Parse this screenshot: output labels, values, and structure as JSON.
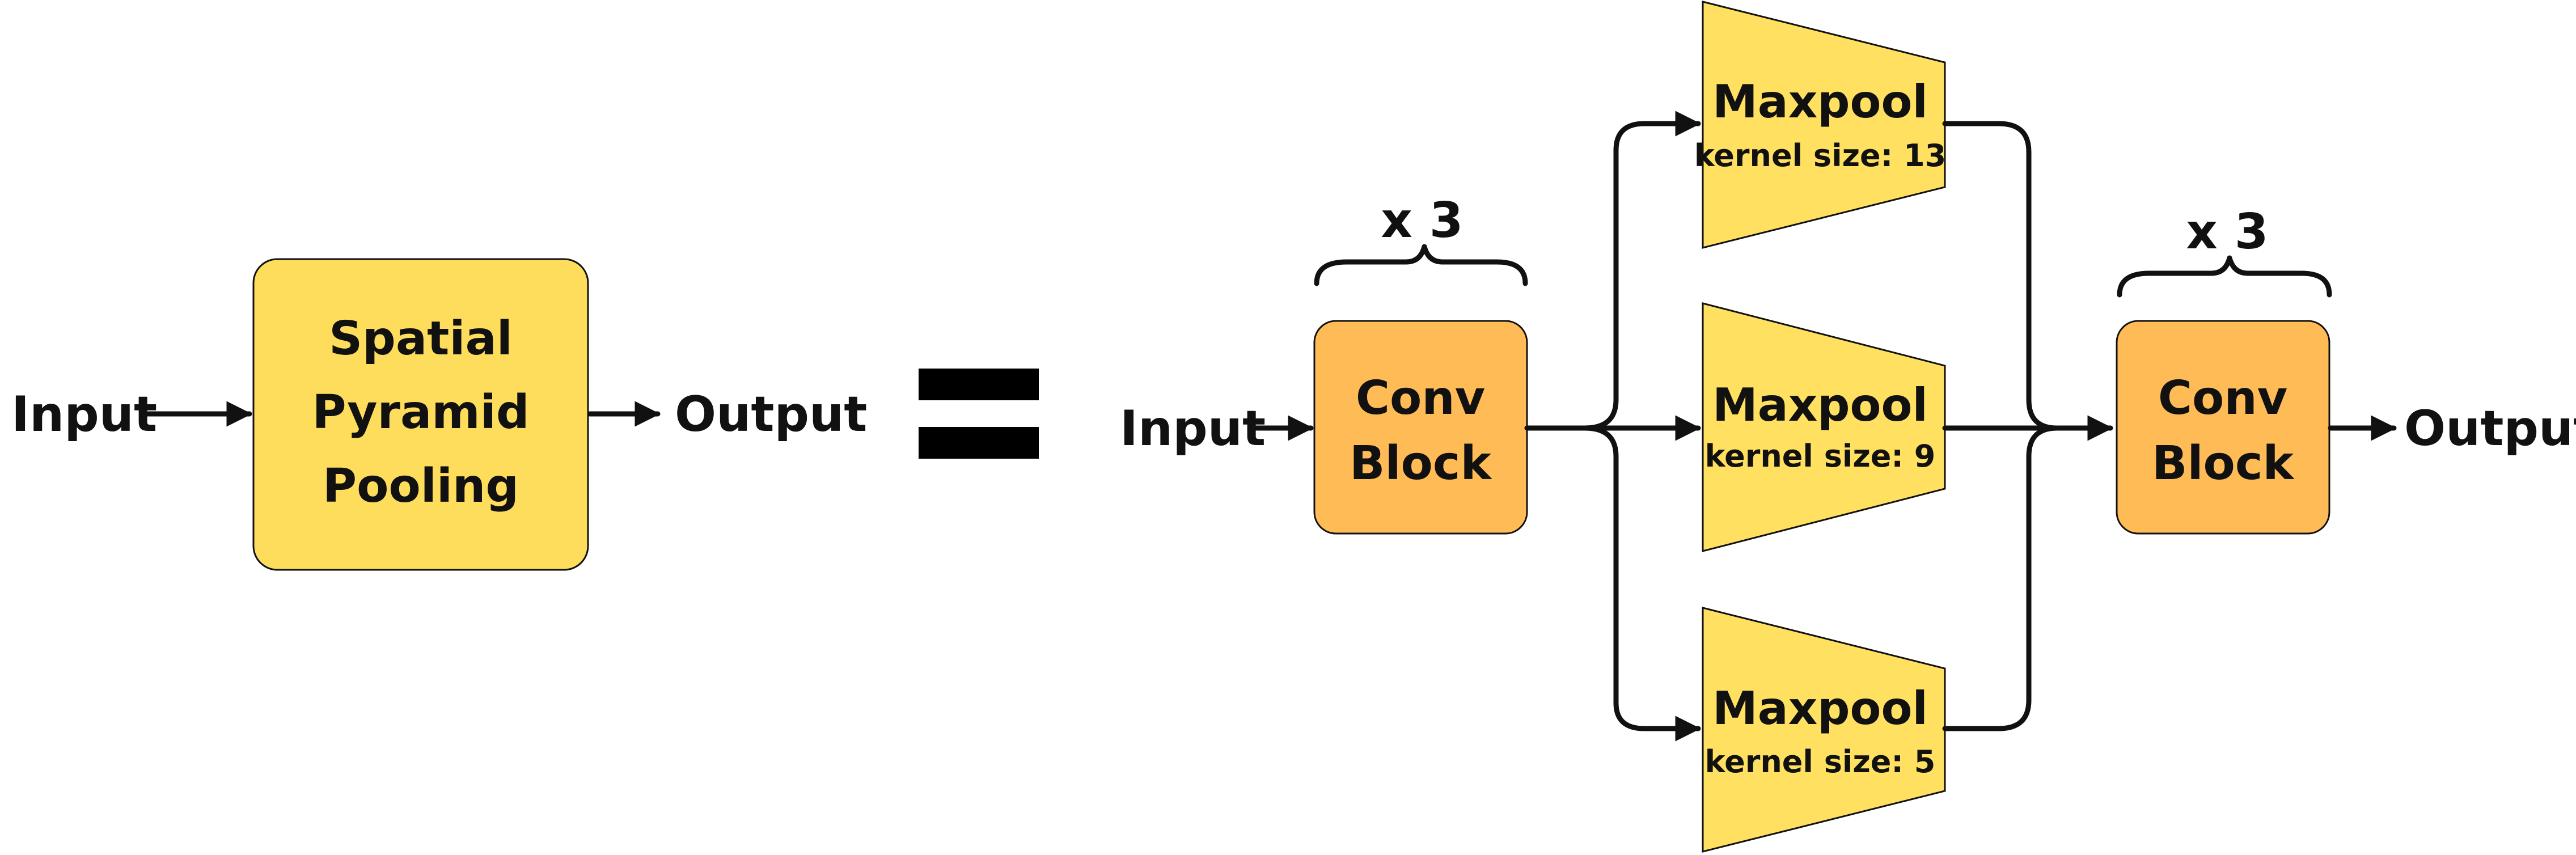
{
  "colors": {
    "spp_fill": "#FFDD5C",
    "conv_fill": "#FFBB55",
    "pool_fill": "#FFE060",
    "line": "#111111"
  },
  "left": {
    "input_label": "Input",
    "output_label": "Output",
    "spp_lines": [
      "Spatial",
      "Pyramid",
      "Pooling"
    ]
  },
  "equals_sign": "=",
  "right": {
    "input_label": "Input",
    "output_label": "Output",
    "conv_block_1": {
      "lines": [
        "Conv",
        "Block"
      ],
      "repeat": "x 3"
    },
    "conv_block_2": {
      "lines": [
        "Conv",
        "Block"
      ],
      "repeat": "x 3"
    },
    "maxpools": [
      {
        "title": "Maxpool",
        "subtitle": "kernel size: 13"
      },
      {
        "title": "Maxpool",
        "subtitle": "kernel size: 9"
      },
      {
        "title": "Maxpool",
        "subtitle": "kernel size: 5"
      }
    ]
  }
}
